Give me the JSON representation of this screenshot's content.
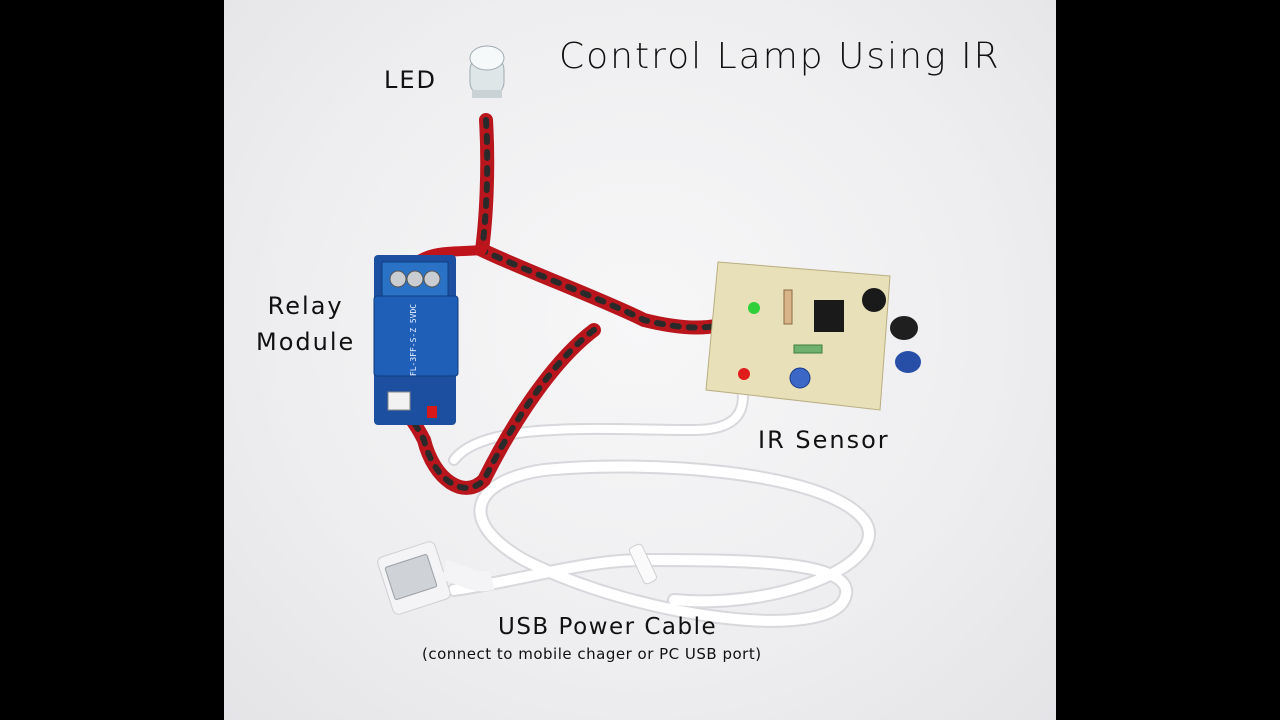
{
  "title": "Control Lamp Using IR",
  "labels": {
    "led": "LED",
    "relay_line1": "Relay",
    "relay_line2": "Module",
    "ir_sensor": "IR Sensor",
    "usb_power": "USB Power Cable",
    "usb_note": "(connect to mobile chager or PC USB port)"
  },
  "components": [
    "LED",
    "Relay Module",
    "IR Sensor",
    "USB Power Cable"
  ],
  "colors": {
    "background": "#000000",
    "paper": "#f2f2f4",
    "pcb_cream": "#e8e0b8",
    "relay_blue": "#1f5fb8",
    "wire_red": "#c0141c",
    "cable_white": "#ffffff"
  }
}
